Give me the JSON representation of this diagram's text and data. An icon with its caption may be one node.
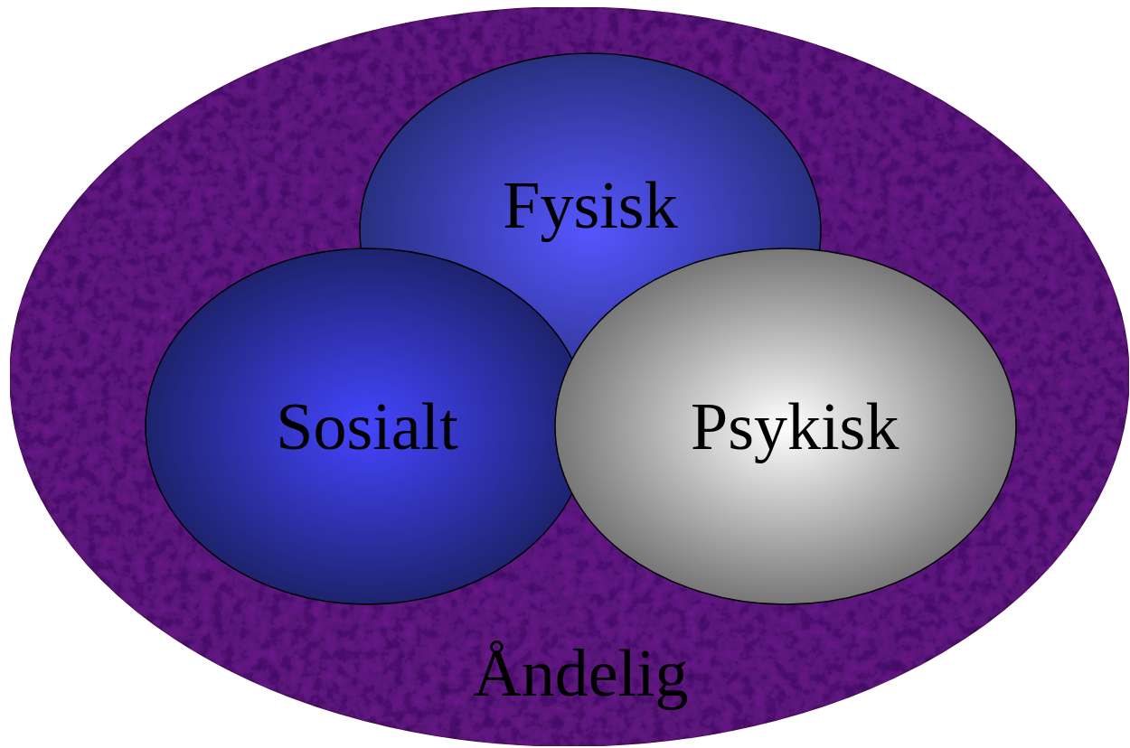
{
  "diagram": {
    "nodes": [
      {
        "text": [
          "Åndelig"
        ]
      },
      {
        "text": [
          "Fysisk"
        ],
        "in": 0
      },
      {
        "text": [
          "Sosialt"
        ],
        "in": 0
      },
      {
        "text": [
          "Psykisk"
        ],
        "in": 0
      }
    ]
  }
}
